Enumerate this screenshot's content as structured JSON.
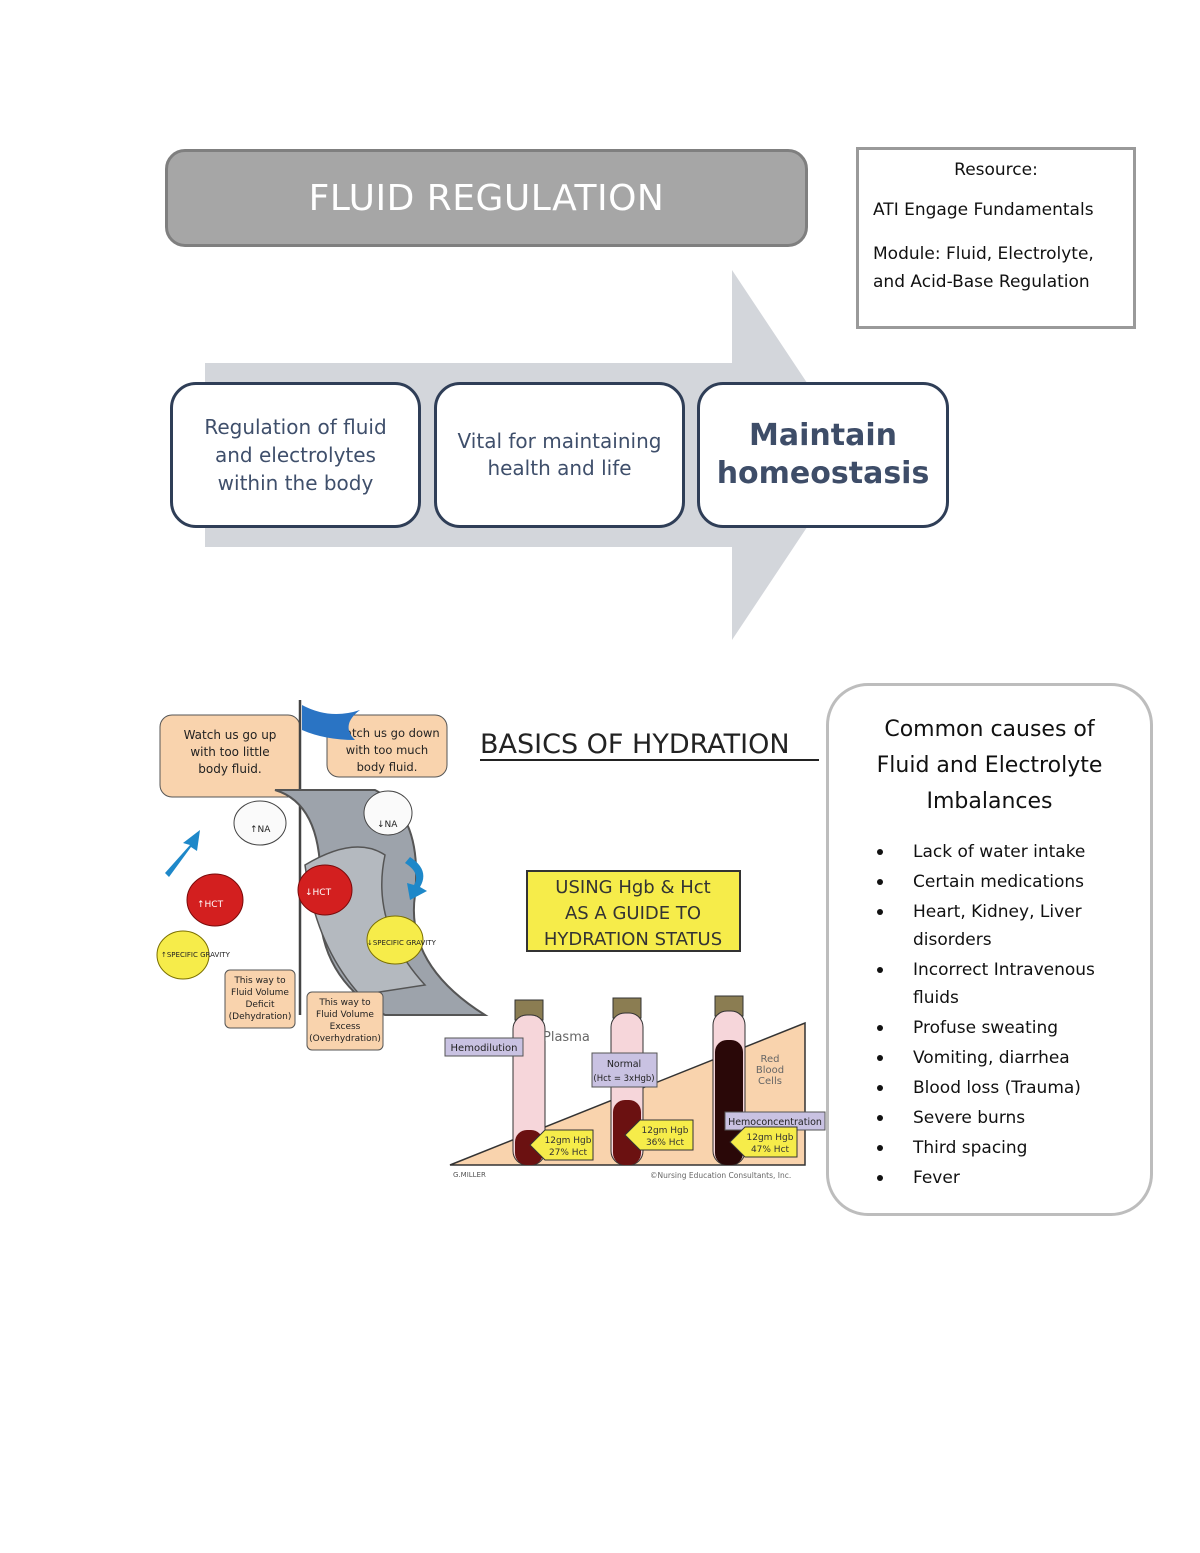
{
  "title": "FLUID REGULATION",
  "resource": {
    "heading": "Resource:",
    "course": "ATI Engage Fundamentals",
    "module_line1": "Module: Fluid, Electrolyte,",
    "module_line2": "and Acid-Base Regulation"
  },
  "flow": {
    "step1": [
      "Regulation of fluid",
      "and electrolytes",
      "within the body"
    ],
    "step2": [
      "Vital for maintaining",
      "health and life"
    ],
    "step3": [
      "Maintain",
      "homeostasis"
    ]
  },
  "figure": {
    "heading": "BASICS OF HYDRATION",
    "bubble_left": [
      "Watch us go up",
      "with too little",
      "body fluid."
    ],
    "bubble_right": [
      "Watch us go down",
      "with too much",
      "body fluid."
    ],
    "sign_deficit": [
      "This way to",
      "Fluid Volume",
      "Deficit",
      "(Dehydration)"
    ],
    "sign_excess": [
      "This way to",
      "Fluid Volume",
      "Excess",
      "(Overhydration)"
    ],
    "guide": [
      "USING Hgb & Hct",
      "AS A GUIDE TO",
      "HYDRATION STATUS"
    ],
    "labels": {
      "hemodilution": "Hemodilution",
      "plasma": "Plasma",
      "normal": "Normal",
      "normal_sub": "(Hct = 3xHgb)",
      "rbc": [
        "Red",
        "Blood",
        "Cells"
      ],
      "hemoconcentration": "Hemoconcentration",
      "na_up": "↑NA",
      "na_down": "↓NA",
      "hct_up": "↑HCT",
      "hct_down": "↓HCT",
      "sg_up": "↑SPECIFIC GRAVITY",
      "sg_down": "↓SPECIFIC GRAVITY"
    },
    "tubes": [
      [
        "12gm Hgb",
        "27% Hct"
      ],
      [
        "12gm Hgb",
        "36% Hct"
      ],
      [
        "12gm Hgb",
        "47% Hct"
      ]
    ],
    "credit": "©Nursing Education Consultants, Inc.",
    "signature": "G.MILLER"
  },
  "causes": {
    "title": [
      "Common causes of",
      "Fluid and Electrolyte",
      "Imbalances"
    ],
    "items": [
      [
        "Lack of water intake"
      ],
      [
        "Certain medications"
      ],
      [
        "Heart, Kidney, Liver",
        "disorders"
      ],
      [
        "Incorrect Intravenous",
        "fluids"
      ],
      [
        "Profuse sweating"
      ],
      [
        "Vomiting, diarrhea"
      ],
      [
        "Blood loss (Trauma)"
      ],
      [
        "Severe burns"
      ],
      [
        "Third spacing"
      ],
      [
        "Fever"
      ]
    ]
  },
  "colors": {
    "banner": "#a6a6a6",
    "arrow": "#d3d6db",
    "box_border": "#2f3e57",
    "tan": "#f9d3ad",
    "yellow": "#f6ec4a",
    "red_cell": "#d31f1f",
    "blue_arrow": "#1e88c9"
  }
}
